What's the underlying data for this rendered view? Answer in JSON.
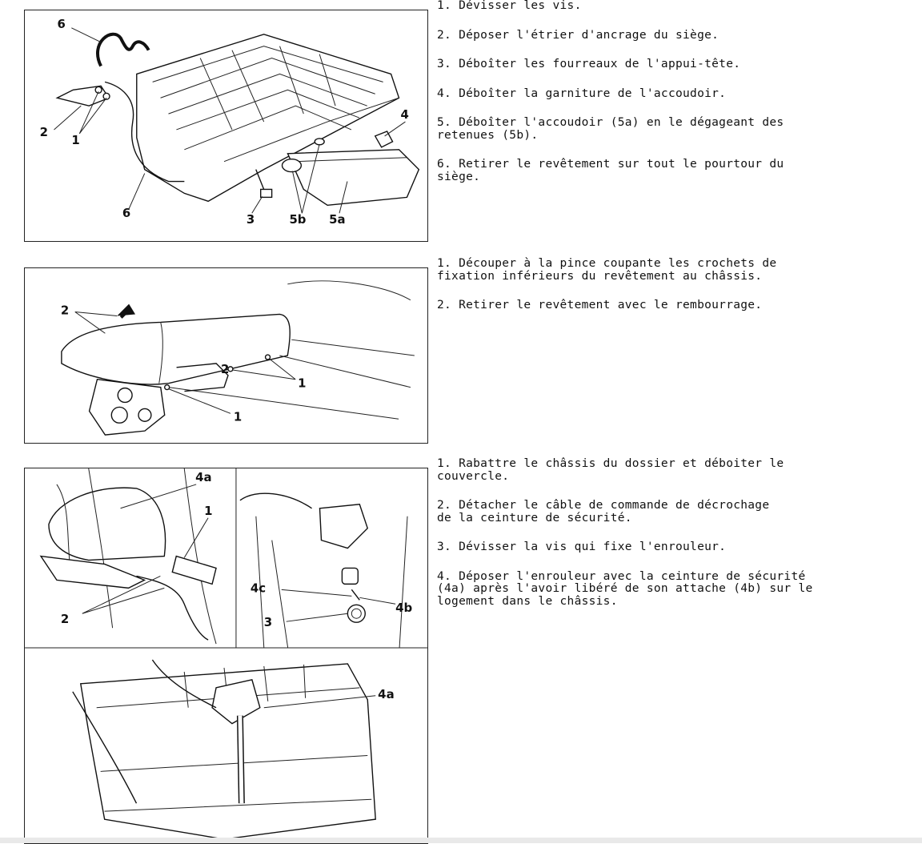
{
  "sections": [
    {
      "figure_labels": [
        "6",
        "2",
        "1",
        "4",
        "6",
        "3",
        "5b",
        "5a"
      ],
      "steps": [
        "1. Dévisser les vis.",
        "2. Déposer l'étrier d'ancrage du siège.",
        "3. Déboîter les fourreaux de l'appui-tête.",
        "4. Déboîter la garniture de l'accoudoir.",
        "5. Déboîter l'accoudoir (5a) en le dégageant des\nretenues (5b).",
        "6. Retirer le revêtement sur tout le pourtour du\nsiège."
      ]
    },
    {
      "figure_labels": [
        "2",
        "2",
        "1",
        "1"
      ],
      "steps": [
        "1. Découper à la pince coupante les crochets de\nfixation inférieurs du revêtement au châssis.",
        "2. Retirer le revêtement avec le rembourrage."
      ]
    },
    {
      "figure_labels": [
        "4a",
        "1",
        "2",
        "4c",
        "4b",
        "3",
        "4a"
      ],
      "steps": [
        "1. Rabattre le châssis du dossier et déboiter le\ncouvercle.",
        "2. Détacher le câble de commande de décrochage\nde la ceinture de sécurité.",
        "3. Dévisser la vis qui fixe l'enrouleur.",
        "4. Déposer l'enrouleur avec la ceinture de sécurité\n(4a) après l'avoir libéré de son attache (4b) sur le\nlogement dans le châssis."
      ]
    }
  ]
}
